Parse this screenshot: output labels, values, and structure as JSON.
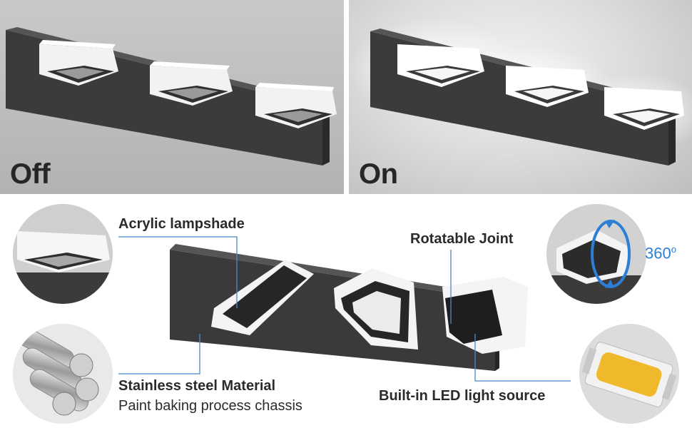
{
  "panels": {
    "off_label": "Off",
    "on_label": "On"
  },
  "callouts": {
    "acrylic_lampshade": "Acrylic lampshade",
    "rotatable_joint": "Rotatable Joint",
    "stainless_steel": "Stainless steel Material",
    "chassis": "Paint baking process chassis",
    "led_source": "Built-in LED light source"
  },
  "rotation": {
    "value": "360",
    "unit": "o"
  },
  "colors": {
    "fixture_dark": "#3a3a3a",
    "shade_white": "#f4f4f4",
    "callout_line": "#4a8ac7",
    "arrow_blue": "#2d7fd6",
    "led_yellow": "#f0b92c"
  }
}
